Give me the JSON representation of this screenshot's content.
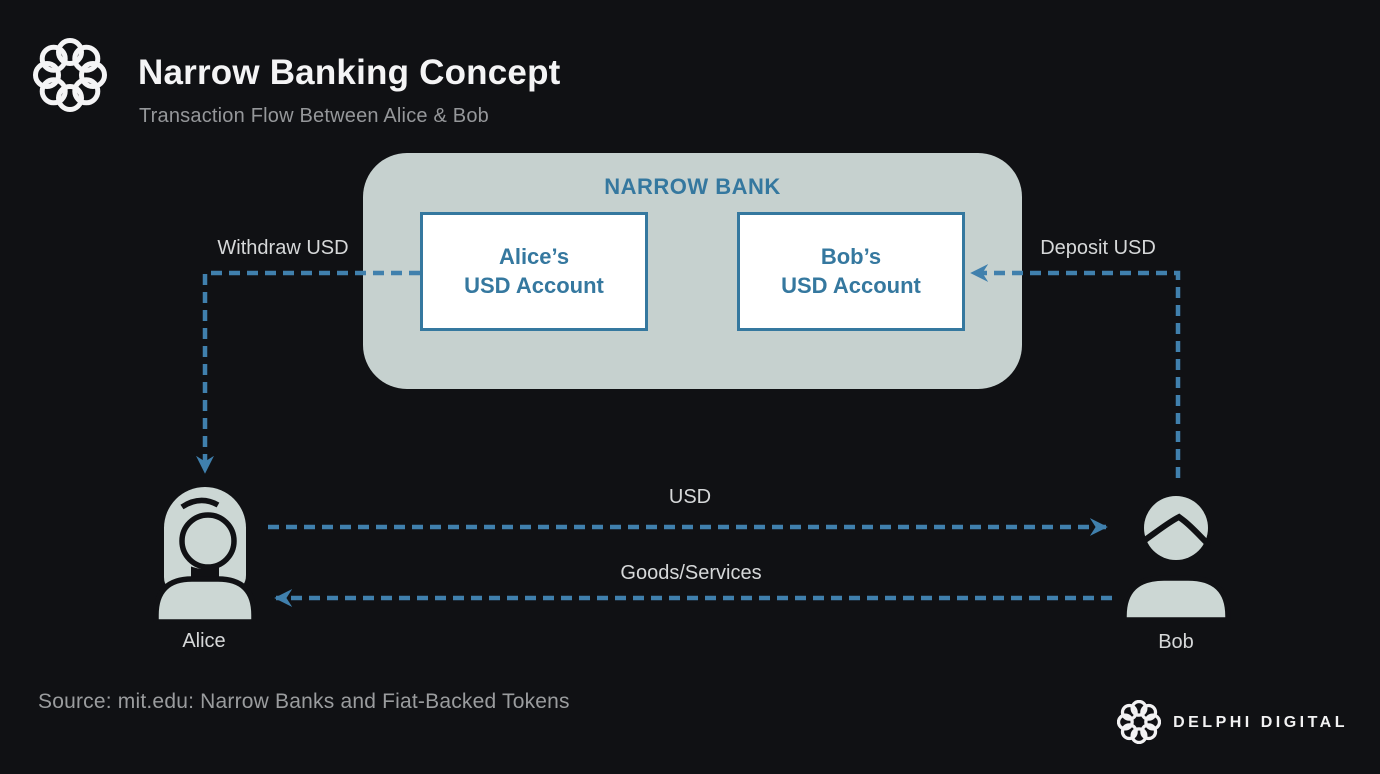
{
  "header": {
    "title": "Narrow Banking Concept",
    "subtitle": "Transaction Flow Between Alice & Bob"
  },
  "bank": {
    "title": "NARROW BANK",
    "alice_account": {
      "line1": "Alice’s",
      "line2": "USD Account"
    },
    "bob_account": {
      "line1": "Bob’s",
      "line2": "USD Account"
    }
  },
  "flows": {
    "withdraw": {
      "label": "Withdraw USD",
      "from": "Alice's USD Account",
      "to": "Alice"
    },
    "deposit": {
      "label": "Deposit USD",
      "from": "Bob",
      "to": "Bob's USD Account"
    },
    "usd": {
      "label": "USD",
      "from": "Alice",
      "to": "Bob"
    },
    "goods": {
      "label": "Goods/Services",
      "from": "Bob",
      "to": "Alice"
    }
  },
  "actors": {
    "alice": "Alice",
    "bob": "Bob"
  },
  "footer": {
    "source": "Source: mit.edu: Narrow Banks and Fiat-Backed Tokens",
    "brand": "DELPHI DIGITAL"
  },
  "icons": {
    "header_logo": "delphi-knot-icon",
    "brand_logo": "delphi-knot-icon",
    "alice": "woman-silhouette-icon",
    "bob": "man-silhouette-icon"
  },
  "colors": {
    "background": "#101114",
    "bank_fill": "#c6d1cf",
    "account_fill": "#ffffff",
    "accent_blue": "#35789f",
    "arrow_blue": "#4080ad",
    "person_fill": "#ccd7d4",
    "label_gray": "#d6d8d9",
    "subtitle_gray": "#95979a",
    "title_white": "#f4f4f5"
  }
}
